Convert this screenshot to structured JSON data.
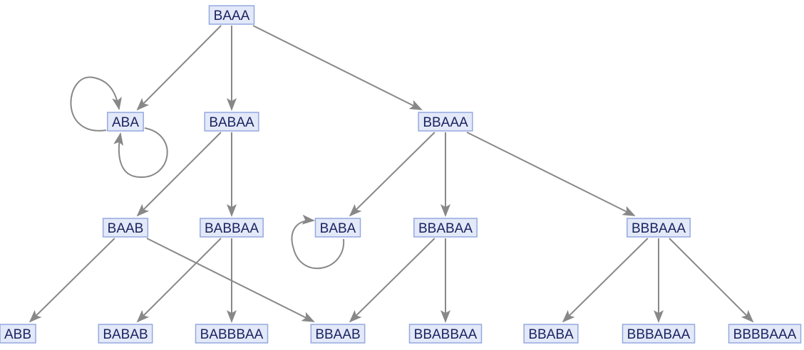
{
  "graph": {
    "style": {
      "node_fill": "#e3e9f8",
      "node_stroke": "#94a9e0",
      "text_color": "#1a2360",
      "edge_color": "#888888"
    },
    "nodes": [
      {
        "id": "n_baaa",
        "label": "BAAA"
      },
      {
        "id": "n_aba",
        "label": "ABA"
      },
      {
        "id": "n_babaa",
        "label": "BABAA"
      },
      {
        "id": "n_bbaaa",
        "label": "BBAAA"
      },
      {
        "id": "n_baab",
        "label": "BAAB"
      },
      {
        "id": "n_babbaa",
        "label": "BABBAA"
      },
      {
        "id": "n_baba",
        "label": "BABA"
      },
      {
        "id": "n_bbabaa",
        "label": "BBABAA"
      },
      {
        "id": "n_bbbaaa",
        "label": "BBBAAA"
      },
      {
        "id": "n_abb",
        "label": "ABB"
      },
      {
        "id": "n_babab",
        "label": "BABAB"
      },
      {
        "id": "n_babbbaa",
        "label": "BABBBAA"
      },
      {
        "id": "n_bbaab",
        "label": "BBAAB"
      },
      {
        "id": "n_bbabbaa",
        "label": "BBABBAA"
      },
      {
        "id": "n_bbaba",
        "label": "BBABA"
      },
      {
        "id": "n_bbbabaa",
        "label": "BBBABAA"
      },
      {
        "id": "n_bbbbaaa",
        "label": "BBBBAAA"
      }
    ],
    "edges": [
      {
        "from": "n_baaa",
        "to": "n_aba"
      },
      {
        "from": "n_baaa",
        "to": "n_babaa"
      },
      {
        "from": "n_baaa",
        "to": "n_bbaaa"
      },
      {
        "from": "n_aba",
        "to": "n_aba",
        "loop": "top-left"
      },
      {
        "from": "n_aba",
        "to": "n_aba",
        "loop": "bottom-right"
      },
      {
        "from": "n_babaa",
        "to": "n_baab"
      },
      {
        "from": "n_babaa",
        "to": "n_babbaa"
      },
      {
        "from": "n_bbaaa",
        "to": "n_baba"
      },
      {
        "from": "n_bbaaa",
        "to": "n_bbabaa"
      },
      {
        "from": "n_bbaaa",
        "to": "n_bbbaaa"
      },
      {
        "from": "n_baba",
        "to": "n_baba",
        "loop": "bottom-left"
      },
      {
        "from": "n_baab",
        "to": "n_abb"
      },
      {
        "from": "n_baab",
        "to": "n_bbaab"
      },
      {
        "from": "n_babbaa",
        "to": "n_babab"
      },
      {
        "from": "n_babbaa",
        "to": "n_babbbaa"
      },
      {
        "from": "n_bbabaa",
        "to": "n_bbaab"
      },
      {
        "from": "n_bbabaa",
        "to": "n_bbabbaa"
      },
      {
        "from": "n_bbbaaa",
        "to": "n_bbaba"
      },
      {
        "from": "n_bbbaaa",
        "to": "n_bbbabaa"
      },
      {
        "from": "n_bbbaaa",
        "to": "n_bbbbaaa"
      }
    ]
  }
}
